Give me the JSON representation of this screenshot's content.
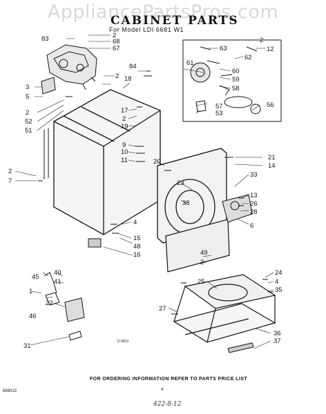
{
  "watermark": "AppliancePartsPros.com",
  "title": "CABINET PARTS",
  "model": "For Model LDI 6681 W1",
  "footer": "FOR ORDERING INFORMATION REFER TO PARTS PRICE LIST",
  "doc_code": "689013",
  "page_number": "4",
  "diagram_code": "D 9013",
  "handwritten": "422-8-12",
  "callouts": [
    "83",
    "2",
    "68",
    "67",
    "2",
    "2",
    "63",
    "12",
    "62",
    "61",
    "60",
    "59",
    "58",
    "57",
    "56",
    "53",
    "84",
    "18",
    "3",
    "5",
    "2",
    "52",
    "51",
    "17",
    "2",
    "19",
    "9",
    "10",
    "11",
    "20",
    "21",
    "14",
    "2",
    "7",
    "23",
    "33",
    "38",
    "13",
    "26",
    "28",
    "6",
    "4",
    "15",
    "48",
    "16",
    "49",
    "2",
    "45",
    "40",
    "41",
    "1",
    "46",
    "22",
    "31",
    "24",
    "4",
    "35",
    "25",
    "27",
    "36",
    "37"
  ]
}
